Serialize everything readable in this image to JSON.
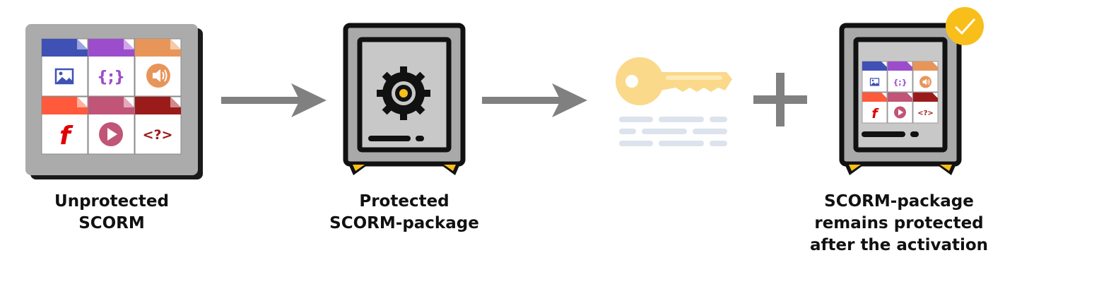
{
  "diagram": {
    "steps": [
      {
        "caption_lines": [
          "Unprotected",
          "SCORM"
        ]
      },
      {
        "caption_lines": [
          "Protected",
          "SCORM-package"
        ]
      },
      {
        "caption_lines": [
          "SCORM-package",
          "remains protected",
          "after the activation"
        ]
      }
    ],
    "file_icons": [
      {
        "icon": "image-icon",
        "color": "#3F51B5"
      },
      {
        "icon": "code-braces-icon",
        "color": "#9C4DCC",
        "glyph": "{;}"
      },
      {
        "icon": "speaker-icon",
        "color": "#E8955A"
      },
      {
        "icon": "flash-icon",
        "color": "#E8493F",
        "glyph": "f"
      },
      {
        "icon": "play-icon",
        "color": "#C05577"
      },
      {
        "icon": "php-tag-icon",
        "color": "#9B1B1B",
        "glyph": "<?>"
      }
    ],
    "colors": {
      "arrow": "#808080",
      "safe_outline": "#111111",
      "safe_body": "#A9A9A9",
      "safe_door": "#C8C8C8",
      "key": "#FBD98A",
      "checkmark_badge": "#F8BE1A",
      "license_lines": "#DCE3EC"
    }
  }
}
